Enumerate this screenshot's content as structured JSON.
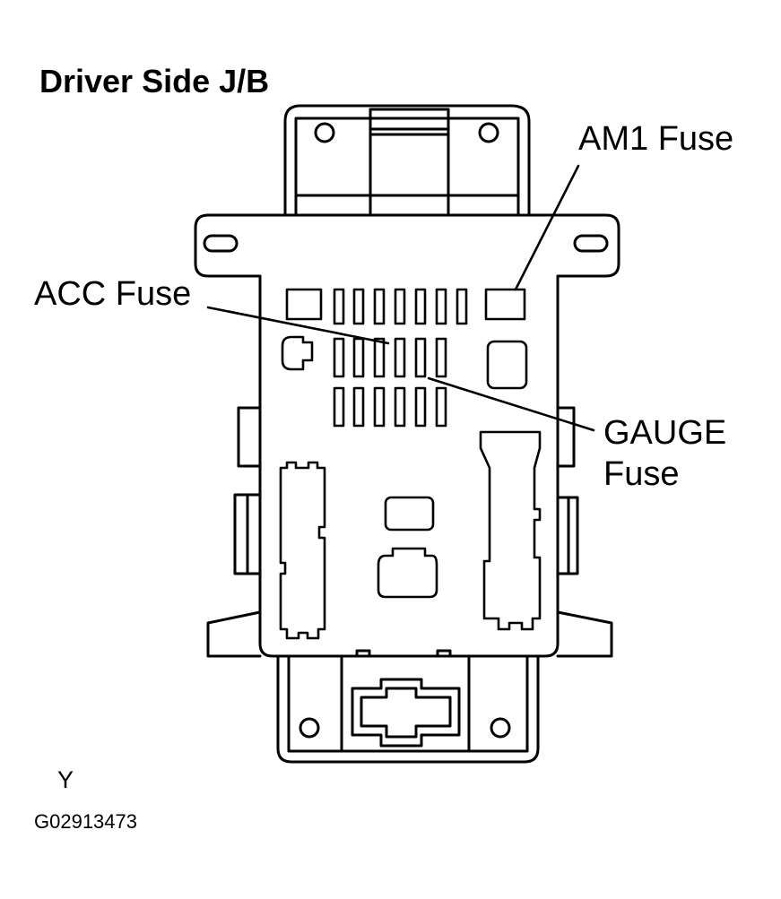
{
  "figure": {
    "title": "Driver Side J/B",
    "labels": {
      "am1_fuse": "AM1 Fuse",
      "acc_fuse": "ACC Fuse",
      "gauge_fuse_line1": "GAUGE",
      "gauge_fuse_line2": "Fuse"
    },
    "view_letter": "Y",
    "figure_code": "G02913473"
  },
  "colors": {
    "line": "#000000",
    "background": "#ffffff"
  }
}
